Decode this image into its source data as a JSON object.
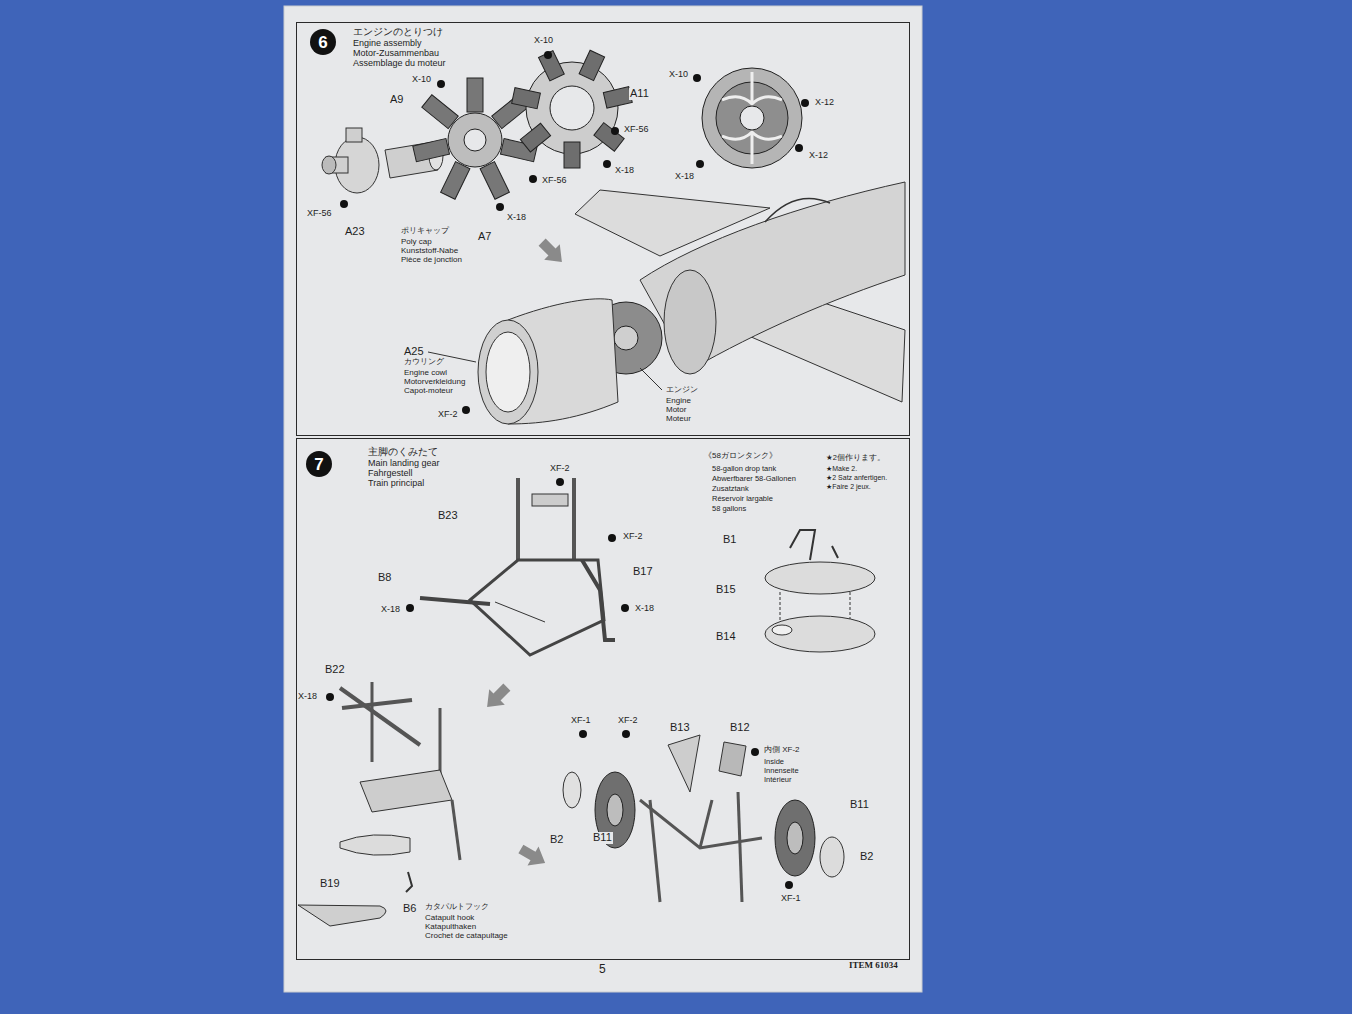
{
  "diagram": {
    "nodes": [
      {
        "text": [
          "エンジンのとりつけ",
          "Engine assembly",
          "Motor-Zusammenbau",
          "Assemblage du moteur"
        ]
      },
      {
        "text": [
          "6"
        ],
        "in": 0
      },
      {
        "text": [
          "主脚のくみたて",
          "Main landing gear",
          "Fahrgestell",
          "Train principal"
        ]
      },
      {
        "text": [
          "7"
        ],
        "in": 2
      }
    ],
    "labels": [
      "X-10",
      "X-10",
      "A9",
      "A11",
      "X-10",
      "X-12",
      "X-12",
      "X-18",
      "XF-56",
      "XF-56",
      "X-18",
      "X-18",
      "XF-56",
      "A23",
      "A7",
      "ポリキャップ",
      "Poly cap",
      "Kunststoff-Nabe",
      "Pièce de jonction",
      "A25",
      "カウリング",
      "Engine cowl",
      "Motorverkleidung",
      "Capot-moteur",
      "XF-2",
      "エンジン",
      "Engine",
      "Motor",
      "Moteur",
      "XF-2",
      "B23",
      "XF-2",
      "B17",
      "B8",
      "X-18",
      "X-18",
      "《58ガロンタンク》",
      "58-gallon drop tank",
      "Abwerfbarer 58-Gallonen",
      "Zusatztank",
      "Réservoir largable",
      "58 gallons",
      "★2個作ります。",
      "★Make 2.",
      "★2 Satz anfertigen.",
      "★Faire 2 jeux.",
      "B1",
      "B15",
      "B14",
      "B22",
      "X-18",
      "B19",
      "B6",
      "カタパルトフック",
      "Catapult hook",
      "Katapulthaken",
      "Crochet de catapultage",
      "XF-1",
      "XF-2",
      "B13",
      "B12",
      "内側 XF-2",
      "Inside",
      "Innenseite",
      "Intérieur",
      "B2",
      "B11",
      "B11",
      "B2",
      "XF-1",
      "5",
      "ITEM 61034"
    ]
  }
}
